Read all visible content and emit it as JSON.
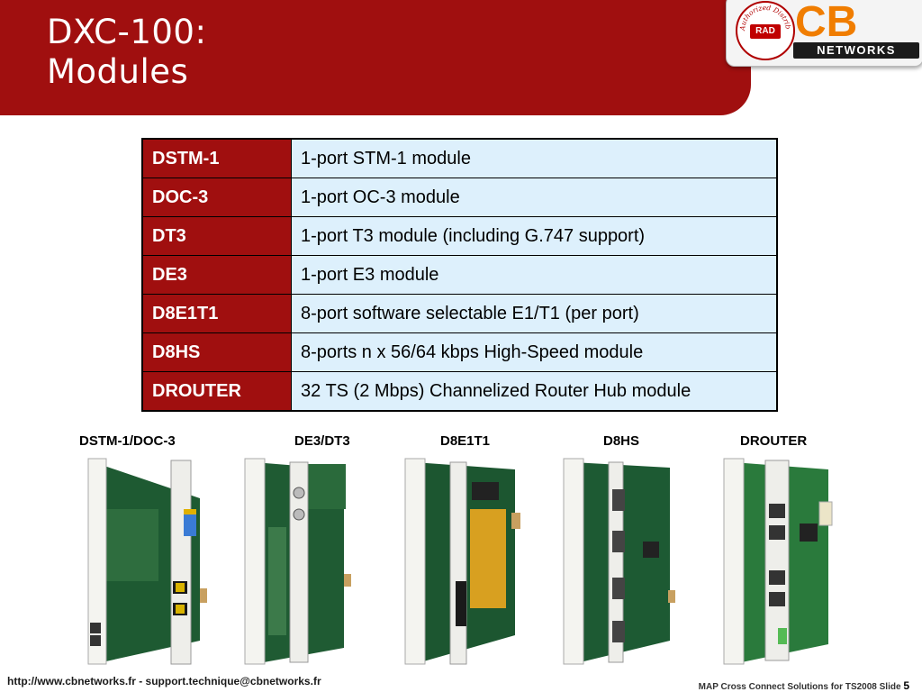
{
  "title": {
    "line1": "DXC-100:",
    "line2": "Modules"
  },
  "logo": {
    "seal_text": "Authorized Distributor",
    "rad": "RAD",
    "cb": "CB",
    "networks": "NETWORKS"
  },
  "modules": [
    {
      "code": "DSTM-1",
      "description": "1-port STM-1 module"
    },
    {
      "code": "DOC-3",
      "description": "1-port OC-3 module"
    },
    {
      "code": "DT3",
      "description": "1-port T3 module (including G.747 support)"
    },
    {
      "code": "DE3",
      "description": "1-port E3 module"
    },
    {
      "code": "D8E1T1",
      "description": "8-port software selectable E1/T1 (per port)"
    },
    {
      "code": "D8HS",
      "description": "8-ports n x 56/64 kbps High-Speed module"
    },
    {
      "code": "DROUTER",
      "description": "32 TS (2 Mbps) Channelized Router Hub module"
    }
  ],
  "captions": [
    "DSTM-1/DOC-3",
    "DE3/DT3",
    "D8E1T1",
    "D8HS",
    "DROUTER"
  ],
  "footer": {
    "left": "http://www.cbnetworks.fr - support.technique@cbnetworks.fr",
    "right_text": "MAP Cross Connect Solutions for TS2008  Slide",
    "slide_number": "5"
  },
  "colors": {
    "banner": "#a00f0f",
    "table_code_bg": "#a00f0f",
    "table_desc_bg": "#ddf0fc",
    "cb_orange": "#f07d00"
  }
}
